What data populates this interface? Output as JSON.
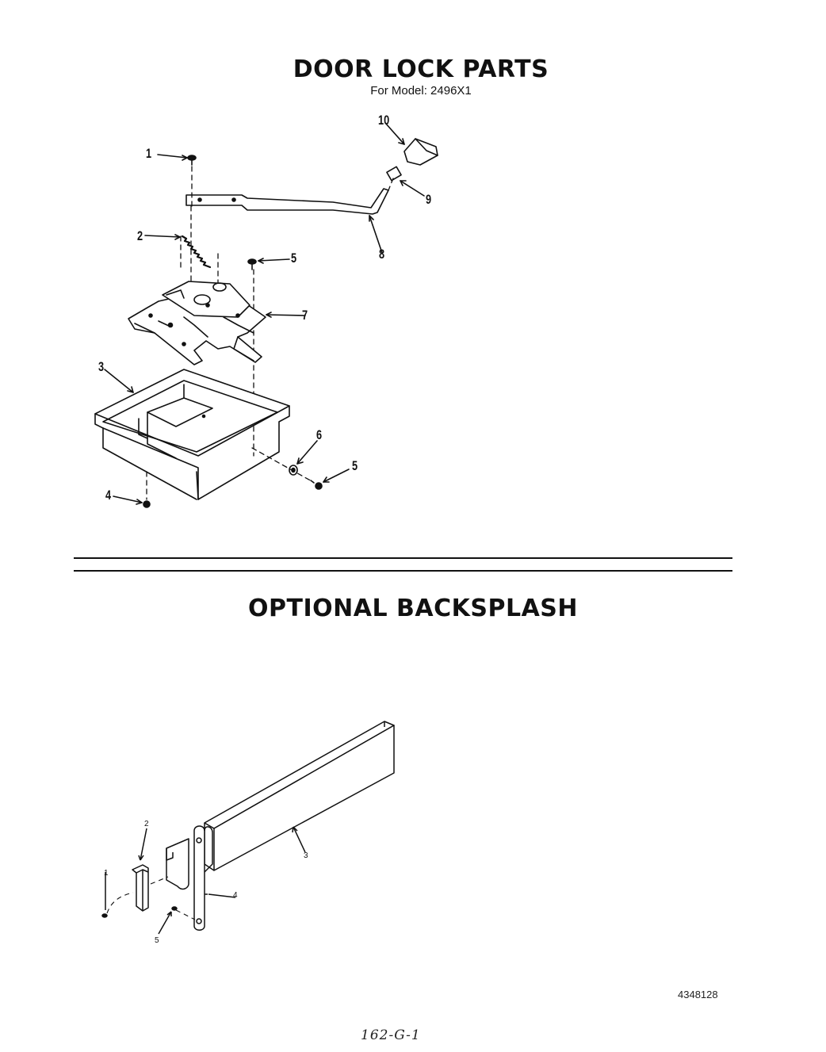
{
  "section1": {
    "title": "DOOR LOCK PARTS",
    "subtitle": "For Model: 2496X1",
    "callouts": [
      "1",
      "2",
      "3",
      "4",
      "5",
      "5",
      "6",
      "7",
      "8",
      "9",
      "10"
    ]
  },
  "section2": {
    "title": "OPTIONAL BACKSPLASH",
    "callouts": [
      "1",
      "2",
      "3",
      "4",
      "5"
    ]
  },
  "footer": {
    "doc_number": "4348128",
    "page_code": "162-G-1"
  }
}
